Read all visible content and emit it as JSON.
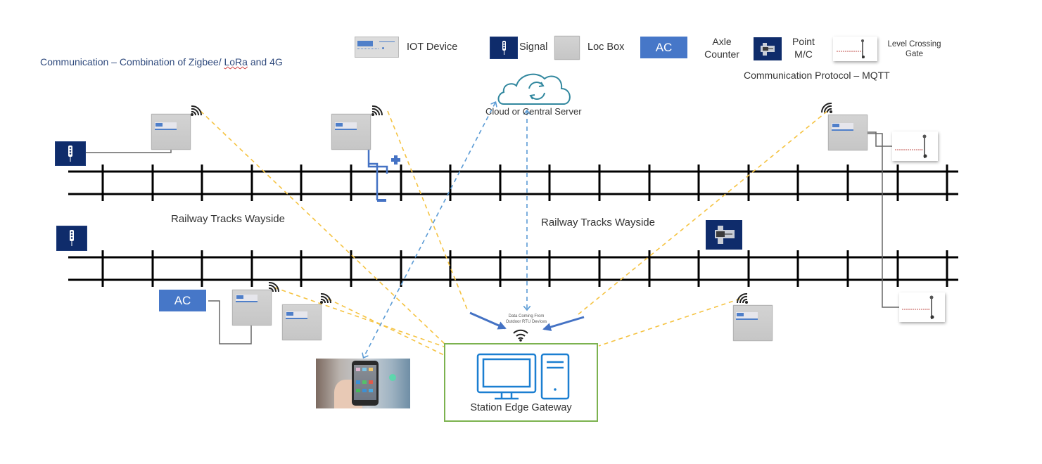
{
  "header": {
    "communication_prefix": "Communication – Combination of Zigbee/ ",
    "communication_lora": "LoRa",
    "communication_suffix": " and 4G",
    "protocol": "Communication Protocol – MQTT"
  },
  "legend": {
    "iot_device": "IOT Device",
    "signal": "Signal",
    "loc_box": "Loc Box",
    "ac_badge": "AC",
    "axle_counter_line1": "Axle",
    "axle_counter_line2": "Counter",
    "point_mc_line1": "Point",
    "point_mc_line2": "M/C",
    "level_crossing_line1": "Level Crossing",
    "level_crossing_line2": "Gate"
  },
  "cloud": {
    "label": "Cloud or Central Server"
  },
  "tracks": {
    "upper_label": "Railway Tracks Wayside",
    "lower_label": "Railway Tracks Wayside"
  },
  "gateway": {
    "data_note_line1": "Data Coming From",
    "data_note_line2": "Outdoor RTU Devices",
    "label": "Station Edge Gateway"
  },
  "devices": {
    "ac_badge": "AC"
  },
  "colors": {
    "signal_bg": "#0f2c6b",
    "ac_bg": "#4677c8",
    "wireless_link": "#f5c342",
    "cloud_link": "#5b9bd5",
    "gateway_arrow": "#4472c4",
    "gateway_border": "#7cb24f",
    "cloud_stroke": "#31879e",
    "track": "#000000"
  }
}
